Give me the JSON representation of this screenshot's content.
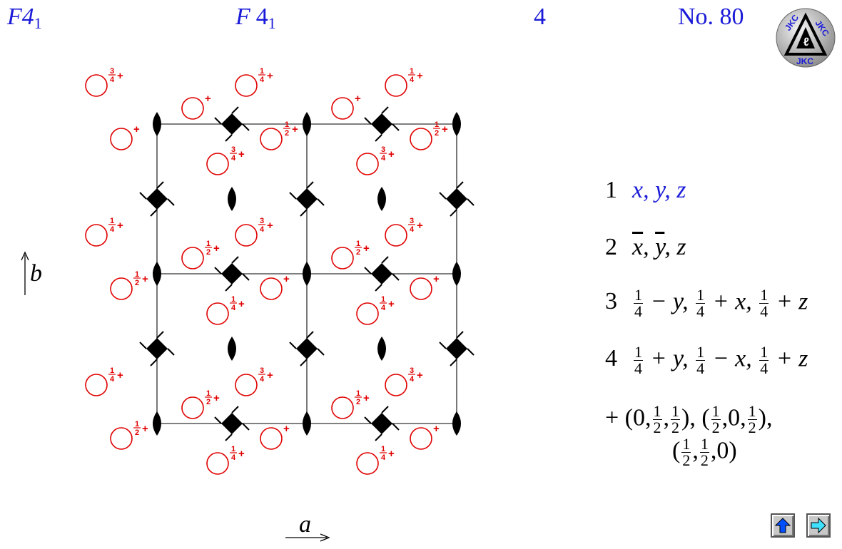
{
  "header": {
    "short_symbol": "F4",
    "short_subscript": "1",
    "full_symbol": "F",
    "full_axis": "4",
    "full_subscript": "1",
    "point_group": "4",
    "number": "No. 80"
  },
  "logo": {
    "text": "JKC",
    "icon": "jkc-logo-icon"
  },
  "axes": {
    "a_label": "a",
    "b_label": "b"
  },
  "heights": {
    "q1": "1/4",
    "q2": "1/2",
    "q3": "3/4",
    "sign": "+"
  },
  "coordinates": {
    "c1": {
      "num": "1",
      "text": "x, y, z"
    },
    "c2": {
      "num": "2",
      "x": "x",
      "y": "y",
      "z": "z"
    },
    "c3": {
      "num": "3",
      "q": "1",
      "d": "4",
      "t1": "− y,",
      "t2": "+ x,",
      "t3": "+ z"
    },
    "c4": {
      "num": "4",
      "q": "1",
      "d": "4",
      "t1": "+ y,",
      "t2": "− x,",
      "t3": "+ z"
    },
    "centering": {
      "plus": "+ (0,",
      "t1": ",",
      "t2": "), (",
      "t3": ",0,",
      "t4": "),",
      "t5": "(",
      "t6": ",",
      "t7": ",0)",
      "half_n": "1",
      "half_d": "2"
    }
  },
  "nav": {
    "up_icon": "arrow-up-icon",
    "next_icon": "arrow-right-icon"
  },
  "colors": {
    "header_blue": "#1a1ad8",
    "circle_red": "#e00000",
    "symbol_black": "#000000",
    "nav_up": "#0050ff",
    "nav_next": "#40e0ff"
  }
}
